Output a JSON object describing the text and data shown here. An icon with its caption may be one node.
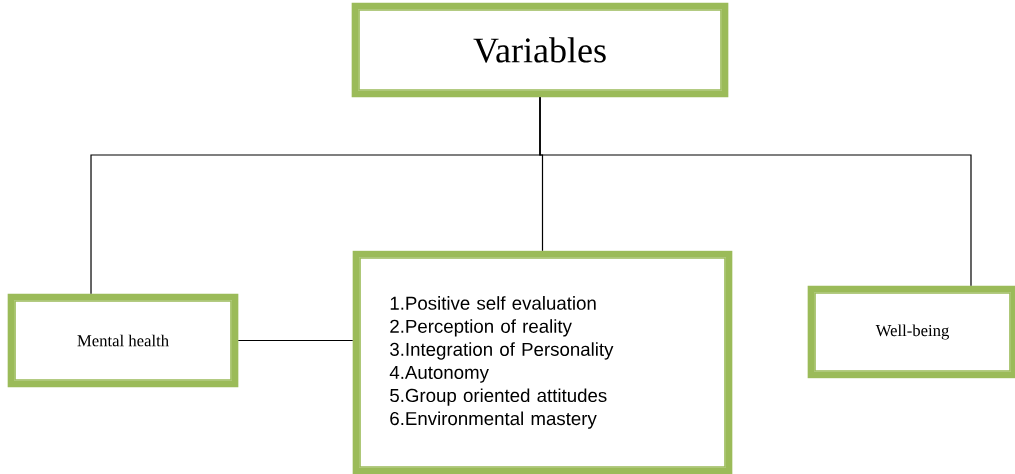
{
  "diagram": {
    "nodes": [
      {
        "text": [
          "Variables"
        ]
      },
      {
        "text": [
          "Mental health"
        ]
      },
      {
        "text": [
          "1.Positive self evaluation",
          "2.Perception of reality",
          "3.Integration of Personality",
          "4.Autonomy",
          "5.Group oriented attitudes",
          "6.Environmental mastery"
        ]
      },
      {
        "text": [
          "Well-being"
        ]
      }
    ],
    "edges": [
      {
        "from": 0,
        "to": 1,
        "arrow": "none"
      },
      {
        "from": 0,
        "to": 2,
        "arrow": "none"
      },
      {
        "from": 0,
        "to": 3,
        "arrow": "none"
      },
      {
        "from": 1,
        "to": 2,
        "arrow": "none"
      }
    ]
  }
}
